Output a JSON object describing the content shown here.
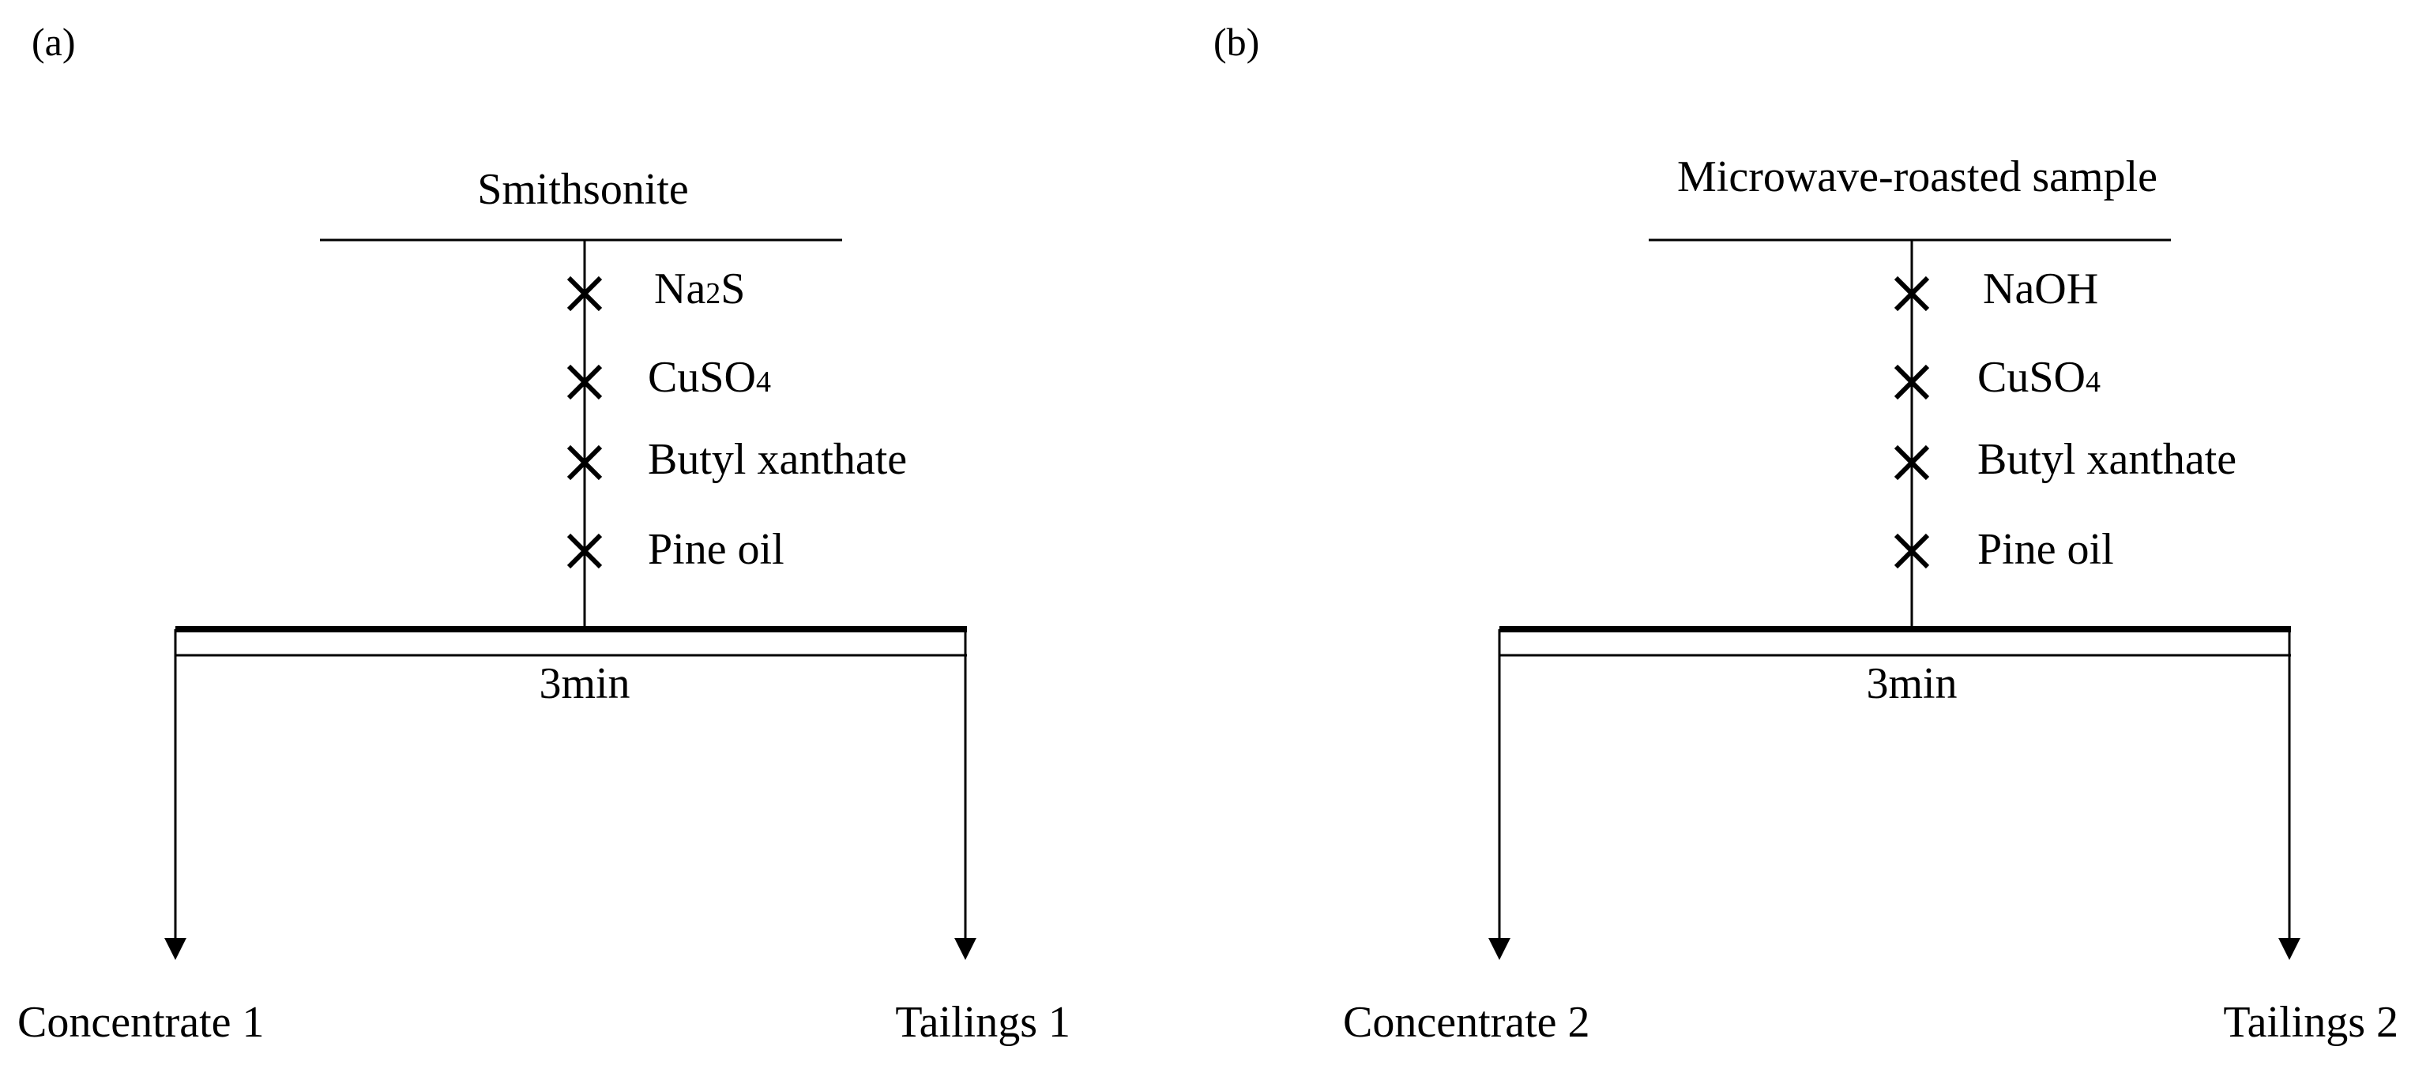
{
  "panels": [
    {
      "panel_label": "(a)",
      "feed": "Smithsonite",
      "reagents": [
        {
          "main": "Na",
          "sub": "2",
          "rest": "S"
        },
        {
          "main": "CuSO",
          "sub": "4",
          "rest": ""
        },
        {
          "main": "Butyl xanthate",
          "sub": "",
          "rest": ""
        },
        {
          "main": "Pine oil",
          "sub": "",
          "rest": ""
        }
      ],
      "time": "3min",
      "outputs": {
        "left": "Concentrate 1",
        "right": "Tailings 1"
      }
    },
    {
      "panel_label": "(b)",
      "feed": "Microwave-roasted sample",
      "reagents": [
        {
          "main": "NaOH",
          "sub": "",
          "rest": ""
        },
        {
          "main": "CuSO",
          "sub": "4",
          "rest": ""
        },
        {
          "main": "Butyl xanthate",
          "sub": "",
          "rest": ""
        },
        {
          "main": "Pine oil",
          "sub": "",
          "rest": ""
        }
      ],
      "time": "3min",
      "outputs": {
        "left": "Concentrate 2",
        "right": "Tailings 2"
      }
    }
  ]
}
